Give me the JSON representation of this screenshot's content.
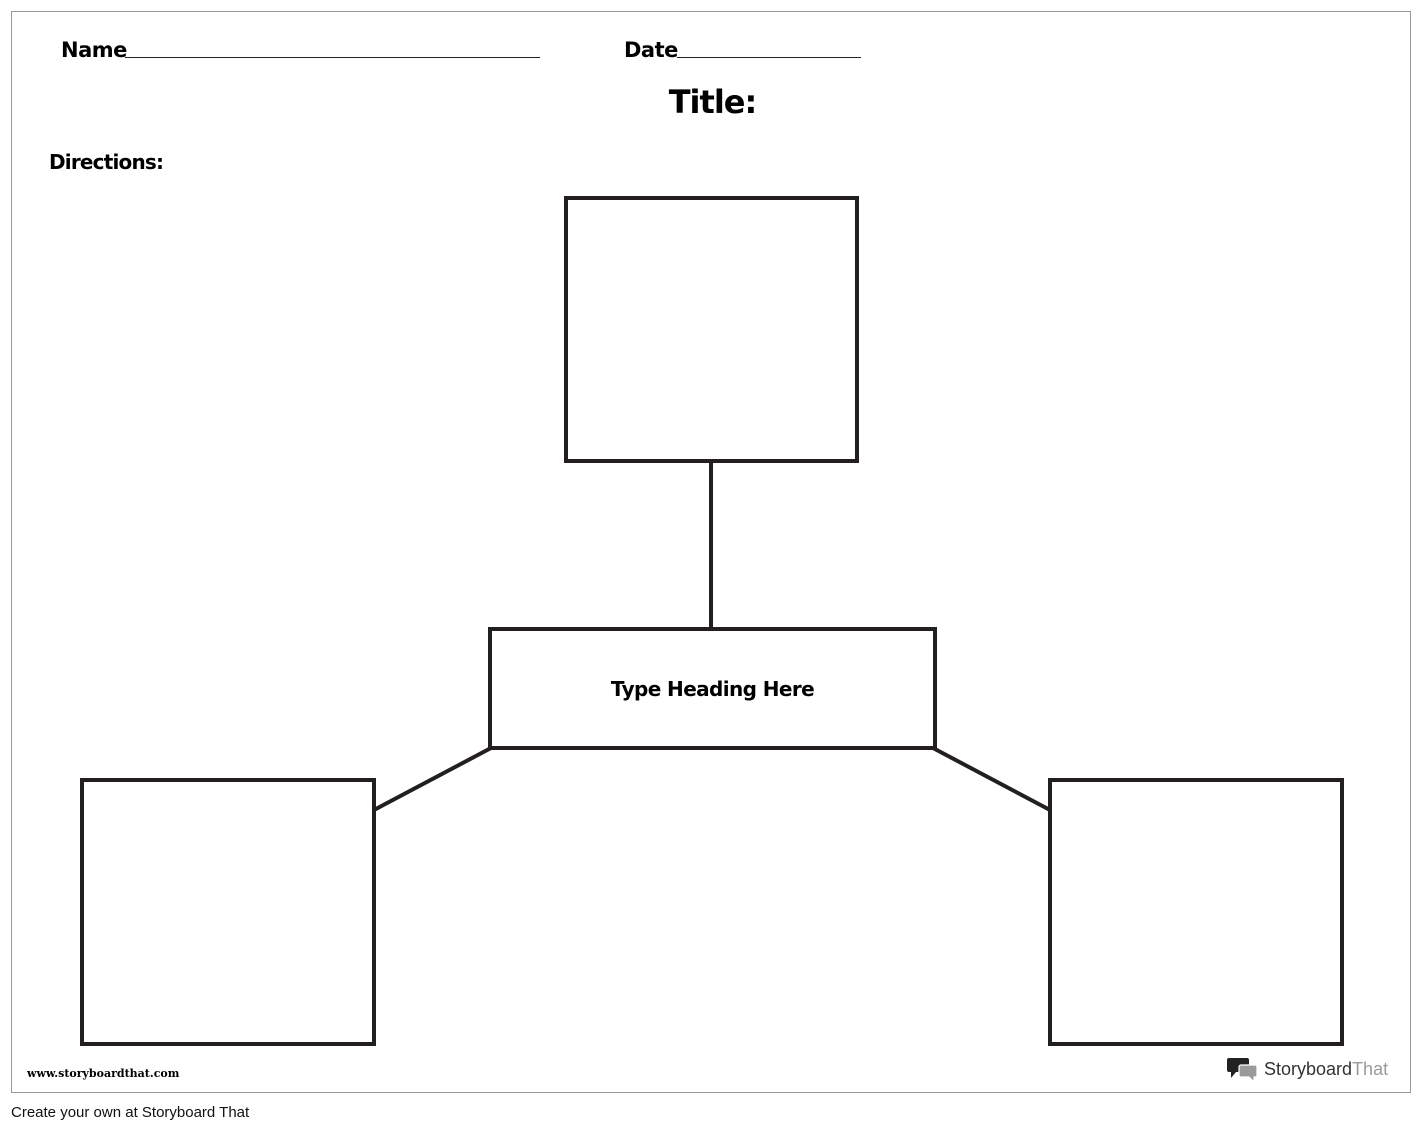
{
  "worksheet": {
    "name_label": "Name",
    "date_label": "Date",
    "title_label": "Title:",
    "directions_label": "Directions:"
  },
  "diagram": {
    "center_heading": "Type Heading Here",
    "outer_boxes": [
      "",
      "",
      ""
    ]
  },
  "branding": {
    "site_url": "www.storyboardthat.com",
    "logo_word_1": "Storyboard",
    "logo_word_2": "That",
    "logo_icon": "speech-bubbles-icon"
  },
  "footer": {
    "text": "Create your own at Storyboard That"
  },
  "colors": {
    "stroke": "#231f20",
    "frame": "#9a9a9a",
    "brand_dark": "#333333",
    "brand_light": "#9a9a9a"
  }
}
